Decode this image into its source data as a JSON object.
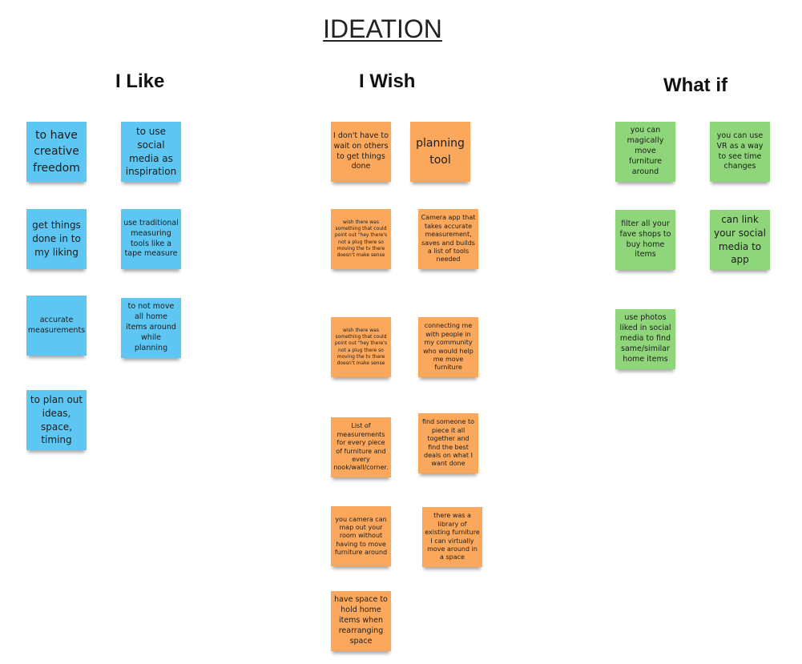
{
  "board": {
    "title": "IDEATION",
    "columns": {
      "like": "I Like",
      "wish": "I Wish",
      "whatif": "What if"
    }
  },
  "notes": {
    "like": [
      "to have creative freedom",
      "to use social media as inspiration",
      "get things done in to my liking",
      "use traditional measuring tools like a tape measure",
      "accurate measurements",
      "to not move all home items around while planning",
      "to plan out ideas, space, timing"
    ],
    "wish": [
      "I don't have to wait on others to get things done",
      "planning tool",
      "wish there was something that could point out \"hey there's not a plug there so moving the tv there doesn't make sense",
      "Camera app that takes accurate measurement, saves and builds a list of tools needed",
      "wish there was something that could point out \"hey there's not a plug there so moving the tv there doesn't make sense",
      "connecting me with people in my community who would help me move furniture",
      "List of measurements for every piece of furniture and every nook/wall/corner.",
      "find someone to piece it all together and find the best deals on what I want done",
      "you camera can map out your room without having to move furniture around",
      "there was a library of existing furniture I can virtually move around in a space",
      "have space to hold home items when rearranging space"
    ],
    "whatif": [
      "you can magically move furniture around",
      "you can use VR as a way to see time changes",
      "filter all your fave shops to buy home items",
      "can link your social media to app",
      "use photos liked in social media to find same/similar home items"
    ]
  },
  "colors": {
    "like": "#5ec6f2",
    "wish": "#fba85c",
    "whatif": "#8fd67a"
  }
}
